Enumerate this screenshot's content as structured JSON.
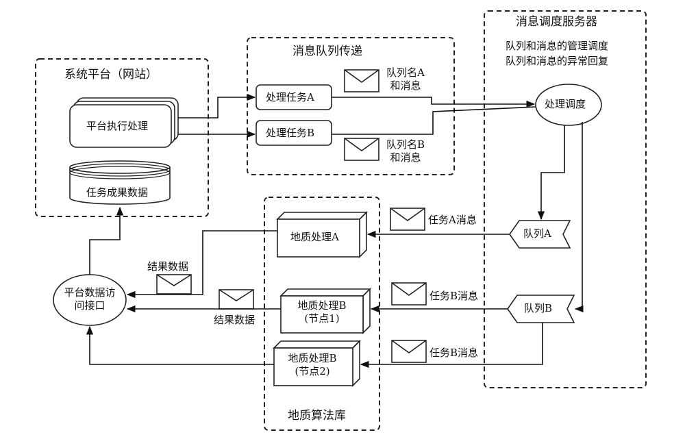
{
  "groups": {
    "platform": "系统平台（网站）",
    "queue_transfer": "消息队列传递",
    "scheduler": "消息调度服务器",
    "scheduler_desc_1": "队列和消息的管理调度",
    "scheduler_desc_2": "队列和消息的异常回复",
    "algorithm_lib": "地质算法库"
  },
  "nodes": {
    "platform_exec": "平台执行处理",
    "task_results_db": "任务成果数据",
    "task_a": "处理任务A",
    "task_b": "处理任务B",
    "dispatch": "处理调度",
    "queue_a": "队列A",
    "queue_b": "队列B",
    "geo_a": "地质处理A",
    "geo_b1_line1": "地质处理B",
    "geo_b1_line2": "(节点1)",
    "geo_b2_line1": "地质处理B",
    "geo_b2_line2": "(节点2)",
    "access_line1": "平台数据访",
    "access_line2": "问接口"
  },
  "messages": {
    "queue_a_msg_line1": "队列名A",
    "queue_a_msg_line2": "和消息",
    "queue_b_msg_line1": "队列名B",
    "queue_b_msg_line2": "和消息",
    "task_a_msg": "任务A消息",
    "task_b_msg_1": "任务B消息",
    "task_b_msg_2": "任务B消息",
    "result_1": "结果数据",
    "result_2": "结果数据"
  }
}
